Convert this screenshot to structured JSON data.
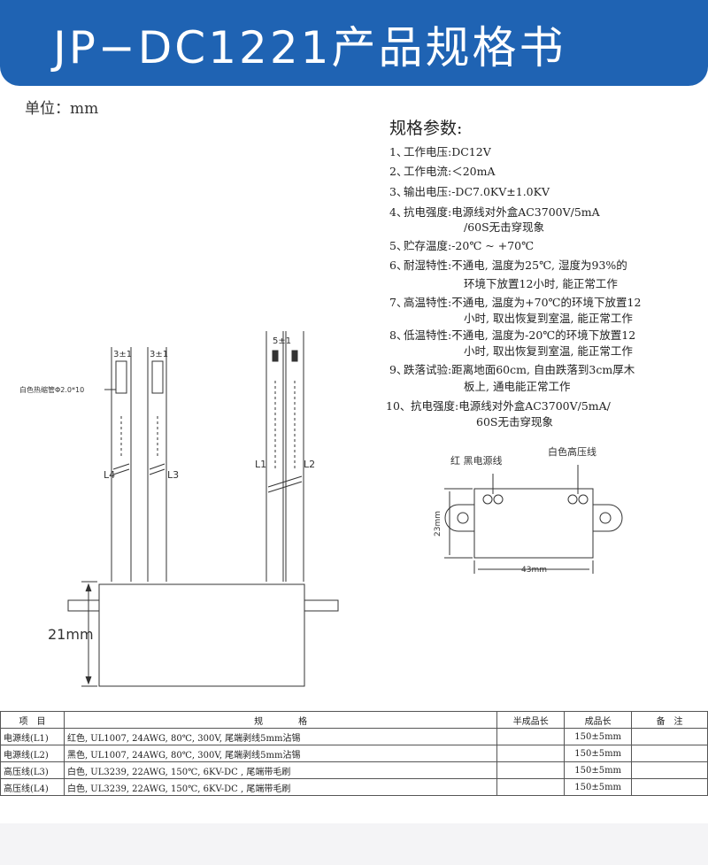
{
  "header": {
    "title": "JP−DC1221产品规格书"
  },
  "unit_label": "单位：mm",
  "specs": {
    "title": "规格参数:",
    "items": [
      {
        "num": "1、",
        "text": "工作电压:DC12V"
      },
      {
        "num": "2、",
        "text": "工作电流:＜20mA"
      },
      {
        "num": "3、",
        "text": "输出电压:-DC7.0KV±1.0KV"
      },
      {
        "num": "4、",
        "text": "抗电强度:电源线对外盒AC3700V/5mA"
      },
      {
        "num": "",
        "text": "/60S无击穿现象"
      },
      {
        "num": "5、",
        "text": "贮存温度:-20℃ ~ +70℃"
      },
      {
        "num": "6、",
        "text": "耐湿特性:不通电, 温度为25℃, 湿度为93%的"
      },
      {
        "num": "",
        "text": "环境下放置12小时, 能正常工作"
      },
      {
        "num": "7、",
        "text": "高温特性:不通电, 温度为+70℃的环境下放置12"
      },
      {
        "num": "",
        "text": "小时, 取出恢复到室温, 能正常工作"
      },
      {
        "num": "8、",
        "text": "低温特性:不通电, 温度为-20℃的环境下放置12"
      },
      {
        "num": "",
        "text": "小时, 取出恢复到室温, 能正常工作"
      },
      {
        "num": "9、",
        "text": "跌落试验:距离地面60cm, 自由跌落到3cm厚木"
      },
      {
        "num": "",
        "text": "板上, 通电能正常工作"
      },
      {
        "num": "10、",
        "text": "抗电强度:电源线对外盒AC3700V/5mA/"
      },
      {
        "num": "",
        "text": "60S无击穿现象"
      }
    ]
  },
  "drawing": {
    "dim_3a": "3±1",
    "dim_3b": "3±1",
    "dim_5": "5±1",
    "sleeve_label": "白色热缩管Φ2.0*10",
    "L4": "L4",
    "L3": "L3",
    "L1": "L1",
    "L2": "L2",
    "height_21": "21mm"
  },
  "top_view": {
    "label_red_black": "红 黑电源线",
    "label_white": "白色高压线",
    "dim_23": "23mm",
    "dim_43": "43mm"
  },
  "table": {
    "headers": [
      "项　目",
      "规　　　　格",
      "半成品长",
      "成品长",
      "备　注"
    ],
    "rows": [
      {
        "item": "电源线(L1)",
        "spec": "红色, UL1007, 24AWG, 80℃, 300V, 尾端剥线5mm沾锡",
        "semi": "",
        "length": "150±5mm",
        "note": ""
      },
      {
        "item": "电源线(L2)",
        "spec": "黑色, UL1007, 24AWG, 80℃, 300V, 尾端剥线5mm沾锡",
        "semi": "",
        "length": "150±5mm",
        "note": ""
      },
      {
        "item": "高压线(L3)",
        "spec": "白色, UL3239, 22AWG, 150℃, 6KV-DC , 尾端带毛刷",
        "semi": "",
        "length": "150±5mm",
        "note": ""
      },
      {
        "item": "高压线(L4)",
        "spec": "白色, UL3239, 22AWG, 150℃, 6KV-DC , 尾端带毛刷",
        "semi": "",
        "length": "150±5mm",
        "note": ""
      }
    ]
  }
}
